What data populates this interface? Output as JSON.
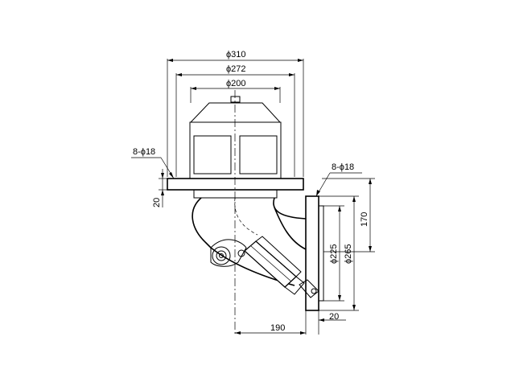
{
  "drawing": {
    "dimensions": {
      "phi310": "ϕ310",
      "phi272": "ϕ272",
      "phi200": "ϕ200",
      "bolts_top": "8-ϕ18",
      "bolts_right": "8-ϕ18",
      "flange_thickness": "20",
      "height_170": "170",
      "phi225": "ϕ225",
      "phi265": "ϕ265",
      "offset_190": "190",
      "flange_20": "20"
    }
  }
}
